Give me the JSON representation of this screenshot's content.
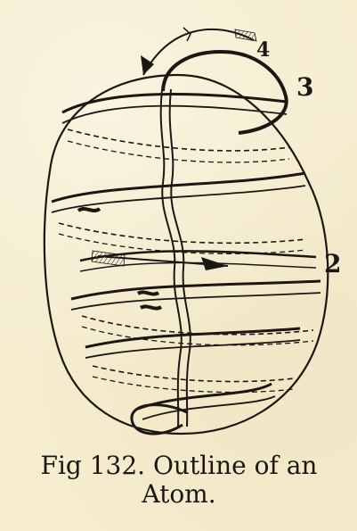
{
  "labels": {
    "four": "4",
    "three": "3",
    "two": "2"
  },
  "caption": {
    "line1": "Fig 132. Outline of an",
    "line2": "Atom."
  }
}
